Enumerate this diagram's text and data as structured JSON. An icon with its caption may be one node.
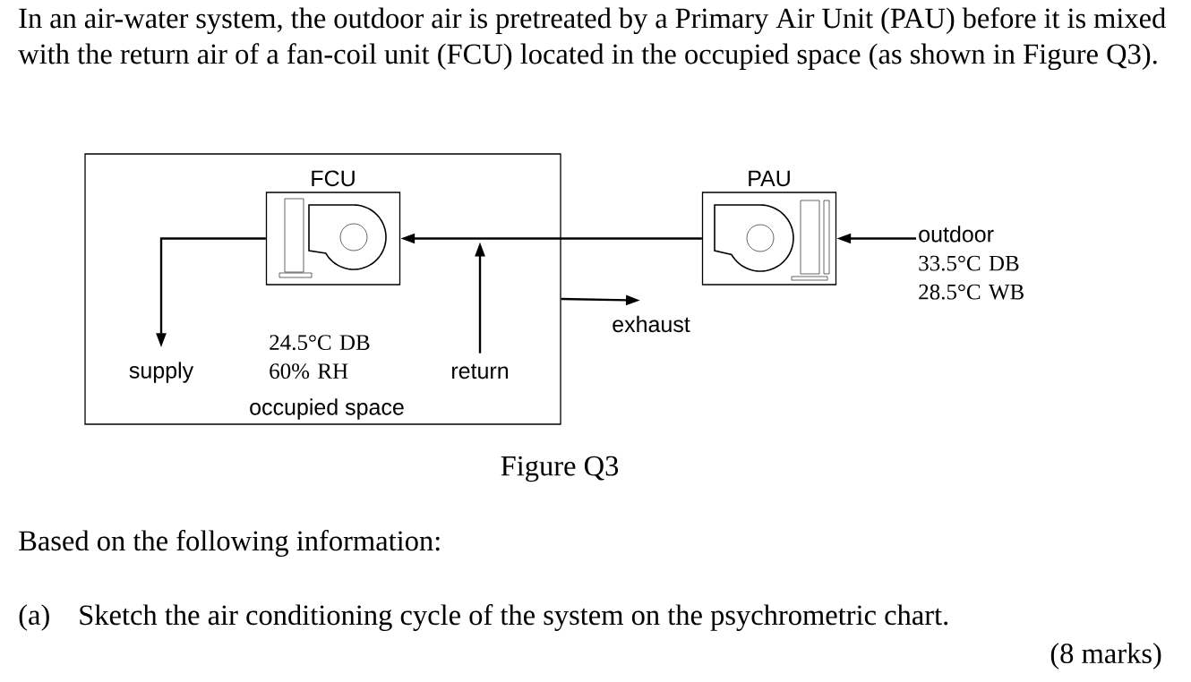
{
  "diagram": {
    "caption": "Figure Q3",
    "nodes": [
      {
        "text": [
          "24.5°C DB 60% RH",
          "occupied space"
        ]
      },
      {
        "text": [
          "FCU"
        ],
        "in": 0
      },
      {
        "text": [
          "PAU"
        ]
      },
      {
        "text": [
          "supply"
        ],
        "in": 0
      },
      {
        "text": [
          "return"
        ],
        "in": 0
      },
      {
        "text": [
          "exhaust"
        ]
      },
      {
        "text": [
          "outdoor",
          "33.5°C DB 28.5°C WB"
        ]
      }
    ],
    "edges": [
      {
        "from": 1,
        "to": 3,
        "arrow": "to"
      },
      {
        "from": 4,
        "to": null,
        "arrow": "to"
      },
      {
        "from": 2,
        "to": 1,
        "arrow": "to"
      },
      {
        "from": 0,
        "to": 5,
        "arrow": "to"
      },
      {
        "from": 6,
        "to": 2,
        "arrow": "to"
      }
    ],
    "labels": [
      "In an air-water system, the outdoor air is pretreated by a Primary Air Unit (PAU) before it is mixed with the return air of a fan-coil unit (FCU) located in the occupied space (as shown in Figure Q3).",
      "Based on the following information:",
      "(a)",
      "Sketch the air conditioning cycle of the system on the psychrometric chart.",
      "(8 marks)"
    ]
  }
}
